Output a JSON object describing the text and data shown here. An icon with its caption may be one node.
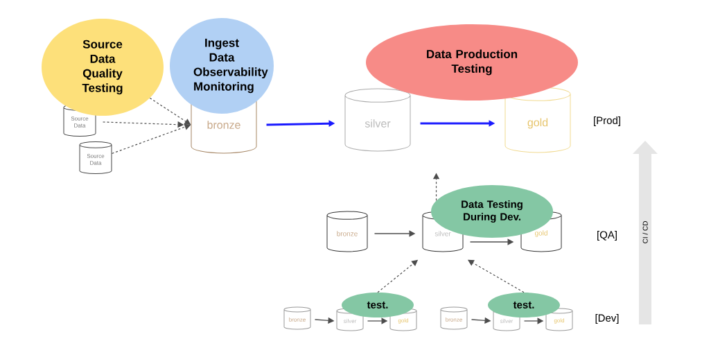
{
  "diagram": {
    "nodes": [
      {
        "text": [
          "Source Data Quality Testing"
        ]
      },
      {
        "text": [
          "Ingest Data Observability Monitoring"
        ]
      },
      {
        "text": [
          "Data Production Testing"
        ]
      },
      {
        "text": [
          "Source Data"
        ]
      },
      {
        "text": [
          "Source Data"
        ]
      },
      {
        "text": [
          "bronze"
        ]
      },
      {
        "text": [
          "silver"
        ]
      },
      {
        "text": [
          "gold"
        ]
      },
      {
        "text": [
          "Data Testing During Dev."
        ]
      },
      {
        "text": [
          "bronze"
        ]
      },
      {
        "text": [
          "silver"
        ]
      },
      {
        "text": [
          "gold"
        ]
      },
      {
        "text": [
          "test."
        ]
      },
      {
        "text": [
          "test."
        ]
      },
      {
        "text": [
          "bronze"
        ]
      },
      {
        "text": [
          "silver"
        ]
      },
      {
        "text": [
          "gold"
        ]
      },
      {
        "text": [
          "bronze"
        ]
      },
      {
        "text": [
          "silver"
        ]
      },
      {
        "text": [
          "gold"
        ]
      }
    ],
    "edges": [
      {
        "from": 3,
        "to": 5,
        "arrow": "to",
        "style": "dashed"
      },
      {
        "from": 4,
        "to": 5,
        "arrow": "to",
        "style": "dashed"
      },
      {
        "from": 0,
        "to": 5,
        "arrow": "to",
        "style": "dashed"
      },
      {
        "from": 5,
        "to": 6,
        "arrow": "to",
        "style": "thick",
        "color": "#1a1aff"
      },
      {
        "from": 6,
        "to": 7,
        "arrow": "to",
        "style": "thick",
        "color": "#1a1aff"
      },
      {
        "from": 9,
        "to": 10,
        "arrow": "to"
      },
      {
        "from": 10,
        "to": 11,
        "arrow": "to"
      },
      {
        "from": 8,
        "to": null,
        "arrow": "to",
        "style": "dashed"
      },
      {
        "from": 12,
        "to": 10,
        "arrow": "to",
        "style": "dashed"
      },
      {
        "from": 13,
        "to": 10,
        "arrow": "to",
        "style": "dashed"
      },
      {
        "from": 14,
        "to": 15,
        "arrow": "to"
      },
      {
        "from": 15,
        "to": 16,
        "arrow": "to"
      },
      {
        "from": 17,
        "to": 18,
        "arrow": "to"
      },
      {
        "from": 18,
        "to": 19,
        "arrow": "to"
      }
    ],
    "labels": [
      "[Prod]",
      "CI / CD",
      "[QA]",
      "[Dev]"
    ]
  }
}
